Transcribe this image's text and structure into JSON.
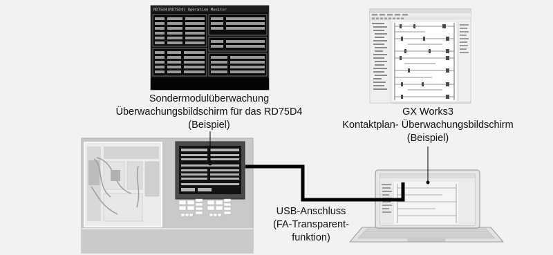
{
  "operation_monitor": {
    "header_text": "RD75D4(RD75D4) Operation Monitor"
  },
  "module_monitor_caption": {
    "line1": "Sondermodulüberwachung",
    "line2": "Überwachungsbildschirm für das RD75D4",
    "line3": "(Beispiel)"
  },
  "gx_works_caption": {
    "line1": "GX Works3",
    "line2": "Kontaktplan- Überwachungsbildschirm",
    "line3": "(Beispiel)"
  },
  "usb_caption": {
    "line1": "USB-Anschluss",
    "line2": "(FA-Transparent-",
    "line3": "funktion)"
  },
  "colors": {
    "background": "#f2f2f2",
    "cable": "#000000",
    "cabinet": "#c9c9c9",
    "monitor_screen": "#0c0c0c",
    "ladder_screen": "#f7f7f7"
  }
}
